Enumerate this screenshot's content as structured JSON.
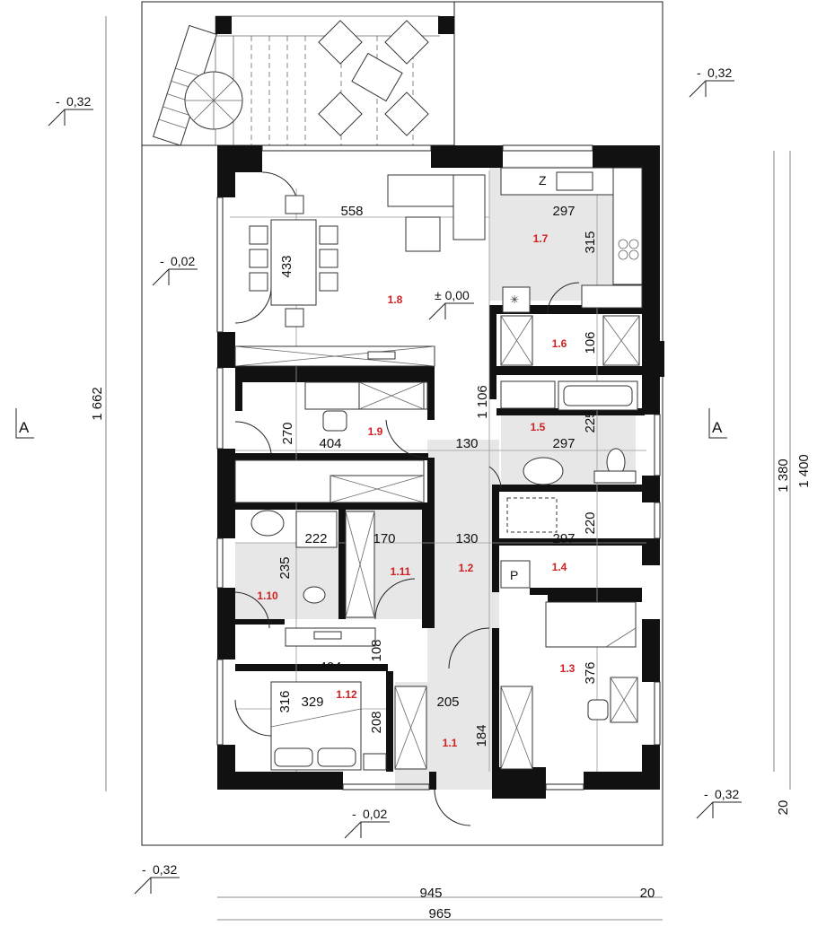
{
  "dimensions": {
    "living_width": "558",
    "living_depth": "433",
    "kitchen_width": "297",
    "kitchen_depth": "315",
    "pantry_depth": "106",
    "corridor_len": "1 106",
    "bed19_depth": "270",
    "bed19_width": "404",
    "hall_width_a": "130",
    "bath15_width": "297",
    "bath15_depth": "225",
    "bath110_width": "222",
    "room111_width": "170",
    "hall_width_b": "130",
    "room14_width": "297",
    "room14_depth": "220",
    "bath110_depth": "235",
    "bed112_width": "404",
    "room111_depth": "108",
    "bed112_depth": "316",
    "bed112_inner": "329",
    "bed112_closet": "208",
    "entry_width": "205",
    "entry_depth": "184",
    "bed13_depth": "376",
    "total_depth": "1 662",
    "right_depth_a": "1 380",
    "right_depth_b": "1 400",
    "right_small": "20",
    "bottom_width": "945",
    "bottom_small": "20",
    "bottom_total": "965"
  },
  "rooms": {
    "r17": "1.7",
    "r18": "1.8",
    "r16": "1.6",
    "r19": "1.9",
    "r15": "1.5",
    "r111": "1.11",
    "r12": "1.2",
    "r14": "1.4",
    "r110": "1.10",
    "r13": "1.3",
    "r112": "1.12",
    "r11": "1.1"
  },
  "levels": {
    "top_left": "0,32",
    "top_right": "0,32",
    "mid_left": "0,02",
    "floor": "± 0,00",
    "bottom_right": "0,32",
    "bottom_mid": "0,02",
    "bottom_left": "0,32",
    "minus": "-"
  },
  "sections": {
    "left": "A",
    "right": "A"
  },
  "labels": {
    "fridge": "Z",
    "boiler": "P"
  }
}
